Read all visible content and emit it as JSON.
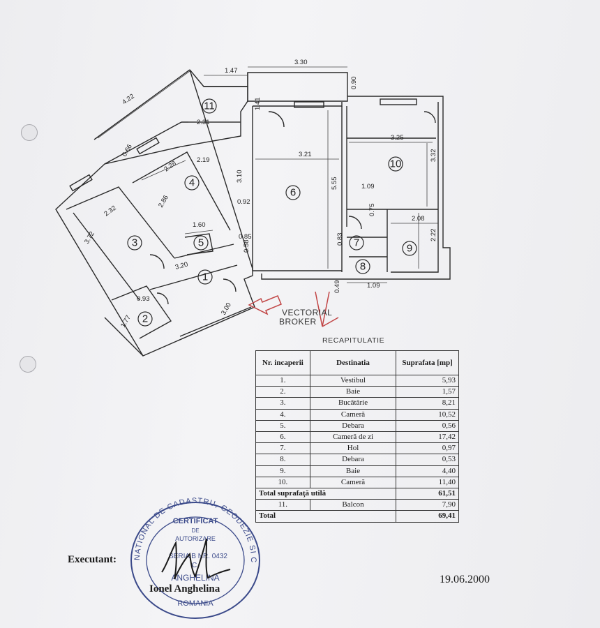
{
  "plan": {
    "dimensions": [
      "1.47",
      "3.30",
      "0.90",
      "4.22",
      "1.41",
      "2.31",
      "0.66",
      "2.28",
      "2.19",
      "3.21",
      "3.25",
      "3.10",
      "3.32",
      "5.55",
      "2.86",
      "1.09",
      "2.32",
      "0.92",
      "3.72",
      "1.60",
      "0.75",
      "2.08",
      "0.85",
      "0.58",
      "0.83",
      "2.22",
      "3.20",
      "0.93",
      "3.00",
      "1.77",
      "0.49",
      "1.09"
    ],
    "room_numbers": [
      "1",
      "2",
      "3",
      "4",
      "5",
      "6",
      "7",
      "8",
      "9",
      "10",
      "11"
    ]
  },
  "watermark": {
    "line1": "VECTORIAL",
    "line2": "BROKER"
  },
  "recap": {
    "title": "RECAPITULATIE",
    "headers": {
      "nr": "Nr. incaperii",
      "dest": "Destinatia",
      "area": "Suprafata [mp]"
    },
    "rows": [
      {
        "nr": "1.",
        "dest": "Vestibul",
        "area": "5,93"
      },
      {
        "nr": "2.",
        "dest": "Baie",
        "area": "1,57"
      },
      {
        "nr": "3.",
        "dest": "Bucătărie",
        "area": "8,21"
      },
      {
        "nr": "4.",
        "dest": "Cameră",
        "area": "10,52"
      },
      {
        "nr": "5.",
        "dest": "Debara",
        "area": "0,56"
      },
      {
        "nr": "6.",
        "dest": "Cameră de zi",
        "area": "17,42"
      },
      {
        "nr": "7.",
        "dest": "Hol",
        "area": "0,97"
      },
      {
        "nr": "8.",
        "dest": "Debara",
        "area": "0,53"
      },
      {
        "nr": "9.",
        "dest": "Baie",
        "area": "4,40"
      },
      {
        "nr": "10.",
        "dest": "Cameră",
        "area": "11,40"
      }
    ],
    "total_util": {
      "label": "Total suprafaţă utilă",
      "area": "61,51"
    },
    "balcon": {
      "nr": "11.",
      "dest": "Balcon",
      "area": "7,90"
    },
    "total": {
      "label": "Total",
      "area": "69,41"
    }
  },
  "stamp": {
    "ring_text": "NATIONAL DE CADASTRU, GEODEZIE SI CARTOGRAFIE",
    "line1": "CERTIFICAT",
    "line2": "DE",
    "line3": "AUTORIZARE",
    "line4": "SERIA B NR. 0432",
    "line5": "C.",
    "line6": "ANGHELINA",
    "bottom": "ROMANIA"
  },
  "signature": {
    "executant_label": "Executant:",
    "name": "Ionel Anghelina",
    "date": "19.06.2000"
  }
}
